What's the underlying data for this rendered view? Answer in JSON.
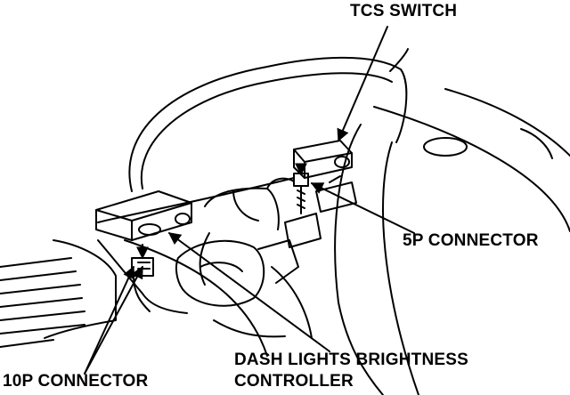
{
  "labels": {
    "tcs_switch": "TCS SWITCH",
    "five_p_connector": "5P CONNECTOR",
    "dash_lights_line1": "DASH LIGHTS BRIGHTNESS",
    "dash_lights_line2": "CONTROLLER",
    "ten_p_connector": "10P CONNECTOR"
  },
  "colors": {
    "ink": "#000000",
    "paper": "#ffffff"
  }
}
